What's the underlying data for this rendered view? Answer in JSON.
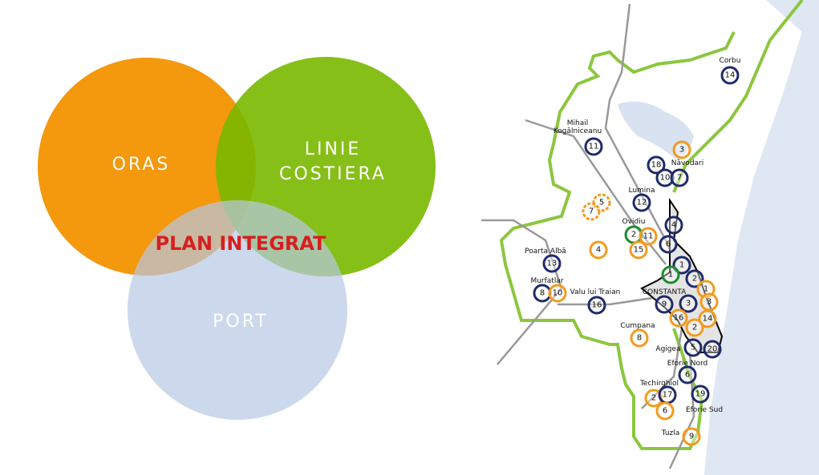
{
  "venn": {
    "circles": [
      {
        "label": "ORAS",
        "color": "#f39200"
      },
      {
        "label_line1": "LINIE",
        "label_line2": "COSTIERA",
        "color": "#7ab800"
      },
      {
        "label": "PORT",
        "color": "#c5d3e8"
      }
    ],
    "center_label": "PLAN INTEGRAT",
    "center_color": "#d61f1f"
  },
  "map": {
    "colors": {
      "sea": "#dfe7f3",
      "boundary": "#8cc63f",
      "road": "#999999",
      "navy": "#1f2a6b",
      "orange": "#f39a1e",
      "green": "#1e8a2e",
      "city": "#000000"
    },
    "places": [
      "Corbu",
      "Mihail",
      "Kogălniceanu",
      "Năvodari",
      "Lumina",
      "Ovidiu",
      "Poarta Albă",
      "Murfatlar",
      "Valu lui Traian",
      "CONSTANTA",
      "Cumpana",
      "Agigea",
      "Eforie Nord",
      "Techirghiol",
      "Eforie Sud",
      "Tuzla"
    ],
    "markers": [
      {
        "label": "14",
        "type": "navy"
      },
      {
        "label": "11",
        "type": "navy"
      },
      {
        "label": "3",
        "type": "orange"
      },
      {
        "label": "18",
        "type": "navy"
      },
      {
        "label": "10",
        "type": "navy"
      },
      {
        "label": "7",
        "type": "navy"
      },
      {
        "label": "12",
        "type": "navy"
      },
      {
        "label": "5",
        "type": "orange-dashed"
      },
      {
        "label": "7",
        "type": "orange-dashed"
      },
      {
        "label": "4",
        "type": "navy"
      },
      {
        "label": "2",
        "type": "green"
      },
      {
        "label": "11",
        "type": "orange"
      },
      {
        "label": "15",
        "type": "orange"
      },
      {
        "label": "4",
        "type": "orange"
      },
      {
        "label": "6",
        "type": "navy"
      },
      {
        "label": "13",
        "type": "navy"
      },
      {
        "label": "1",
        "type": "navy"
      },
      {
        "label": "1",
        "type": "green"
      },
      {
        "label": "2",
        "type": "navy"
      },
      {
        "label": "1",
        "type": "orange"
      },
      {
        "label": "8",
        "type": "navy"
      },
      {
        "label": "10",
        "type": "orange"
      },
      {
        "label": "16",
        "type": "navy"
      },
      {
        "label": "9",
        "type": "navy"
      },
      {
        "label": "3",
        "type": "navy"
      },
      {
        "label": "3",
        "type": "orange"
      },
      {
        "label": "16",
        "type": "orange"
      },
      {
        "label": "14",
        "type": "orange"
      },
      {
        "label": "2",
        "type": "orange"
      },
      {
        "label": "8",
        "type": "orange"
      },
      {
        "label": "5",
        "type": "navy"
      },
      {
        "label": "20",
        "type": "navy"
      },
      {
        "label": "6",
        "type": "navy"
      },
      {
        "label": "2",
        "type": "orange"
      },
      {
        "label": "17",
        "type": "navy"
      },
      {
        "label": "19",
        "type": "navy"
      },
      {
        "label": "6",
        "type": "orange"
      },
      {
        "label": "9",
        "type": "orange"
      }
    ]
  }
}
